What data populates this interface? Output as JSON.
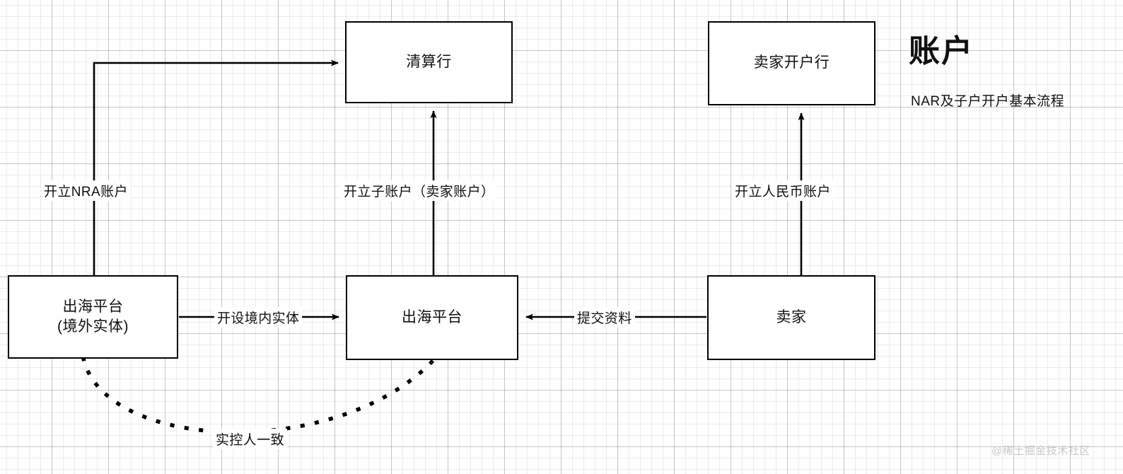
{
  "header": {
    "title": "账户",
    "subtitle": "NAR及子户开户基本流程"
  },
  "watermark": "@稀土掘金技术社区",
  "nodes": [
    {
      "id": "clearing-bank",
      "label": "清算行"
    },
    {
      "id": "seller-bank",
      "label": "卖家开户行"
    },
    {
      "id": "platform-offshore",
      "label": "出海平台\n(境外实体)"
    },
    {
      "id": "platform",
      "label": "出海平台"
    },
    {
      "id": "seller",
      "label": "卖家"
    }
  ],
  "edges": [
    {
      "id": "nra",
      "label": "开立NRA账户",
      "from": "platform-offshore",
      "to": "clearing-bank",
      "style": "solid-arrow"
    },
    {
      "id": "sub-account",
      "label": "开立子账户（卖家账户）",
      "from": "platform",
      "to": "clearing-bank",
      "style": "solid-arrow"
    },
    {
      "id": "rmb",
      "label": "开立人民币账户",
      "from": "seller",
      "to": "seller-bank",
      "style": "solid-arrow"
    },
    {
      "id": "setup-entity",
      "label": "开设境内实体",
      "from": "platform-offshore",
      "to": "platform",
      "style": "solid-arrow"
    },
    {
      "id": "submit-docs",
      "label": "提交资料",
      "from": "seller",
      "to": "platform",
      "style": "solid-arrow"
    },
    {
      "id": "same-controller",
      "label": "实控人一致",
      "from": "platform-offshore",
      "to": "platform",
      "style": "dotted-curve"
    }
  ],
  "colors": {
    "stroke": "#000000",
    "text": "#111111",
    "background": "#ffffff",
    "grid_minor": "#eaeaea",
    "grid_major": "#d0d0d0",
    "watermark": "#c9c9c9"
  }
}
